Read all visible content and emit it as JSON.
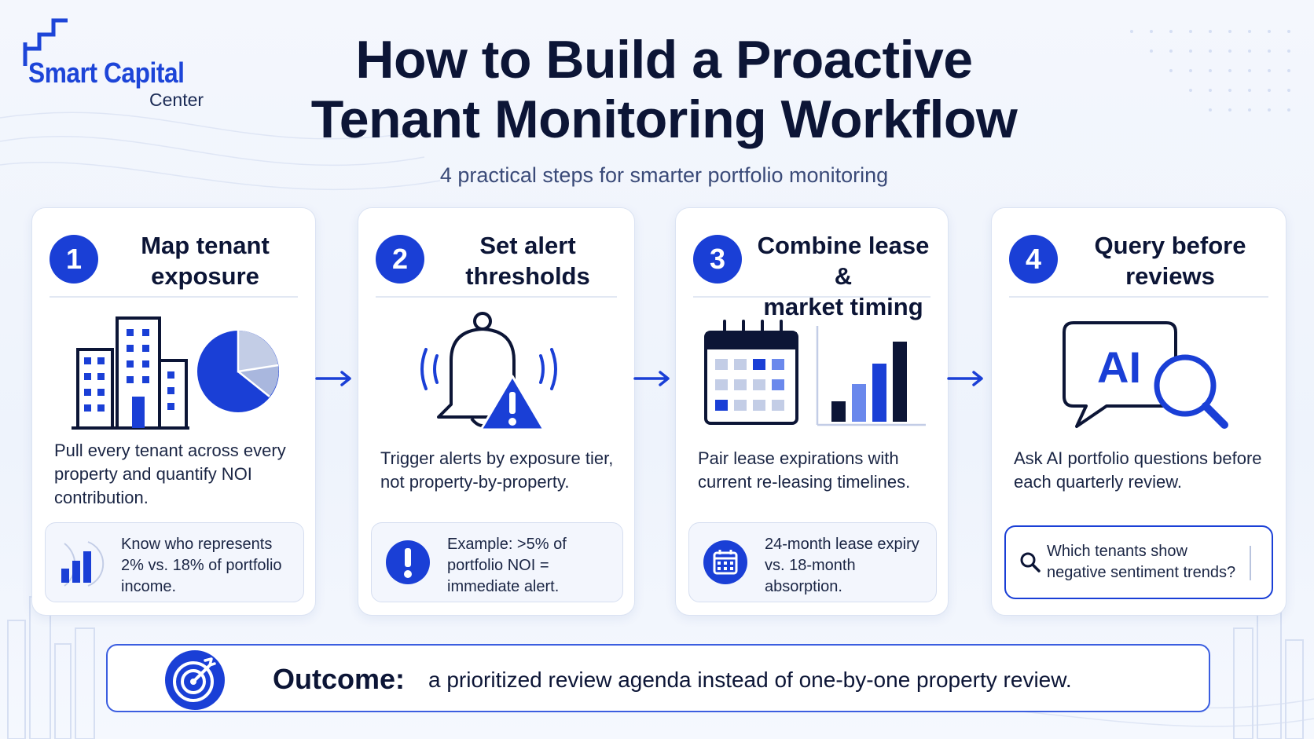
{
  "brand": {
    "name": "Smart Capital",
    "sub": "Center"
  },
  "header": {
    "title_line1": "How to Build a Proactive",
    "title_line2": "Tenant Monitoring Workflow",
    "subtitle": "4 practical steps for smarter portfolio monitoring"
  },
  "steps": [
    {
      "number": "1",
      "title_line1": "Map tenant",
      "title_line2": "exposure",
      "description": "Pull every tenant across every property and quantify NOI contribution.",
      "tip": "Know who represents 2% vs. 18% of portfolio income.",
      "icons": [
        "buildings-icon",
        "pie-chart-icon",
        "bar-chart-icon"
      ]
    },
    {
      "number": "2",
      "title_line1": "Set alert",
      "title_line2": "thresholds",
      "description": "Trigger alerts by exposure tier, not property-by-property.",
      "tip": "Example: >5% of portfolio NOI = immediate alert.",
      "icons": [
        "bell-alert-icon",
        "exclamation-icon"
      ]
    },
    {
      "number": "3",
      "title_line1": "Combine lease &",
      "title_line2": "market timing",
      "description": "Pair lease expirations with current re-leasing timelines.",
      "tip": "24-month lease expiry vs. 18-month absorption.",
      "icons": [
        "calendar-icon",
        "bar-chart-icon",
        "calendar-small-icon"
      ]
    },
    {
      "number": "4",
      "title_line1": "Query before",
      "title_line2": "reviews",
      "description": "Ask AI portfolio questions before each quarterly review.",
      "query_text": "Which tenants show negative sentiment trends?",
      "ai_label": "AI",
      "icons": [
        "ai-chat-search-icon",
        "search-icon"
      ]
    }
  ],
  "outcome": {
    "label": "Outcome:",
    "text": "a prioritized review agenda instead of one-by-one property review.",
    "icon": "target-icon"
  },
  "colors": {
    "primary": "#1a3fd6",
    "dark": "#0c1536",
    "light_blue": "#8fa8ee",
    "muted": "#c3cde6"
  }
}
